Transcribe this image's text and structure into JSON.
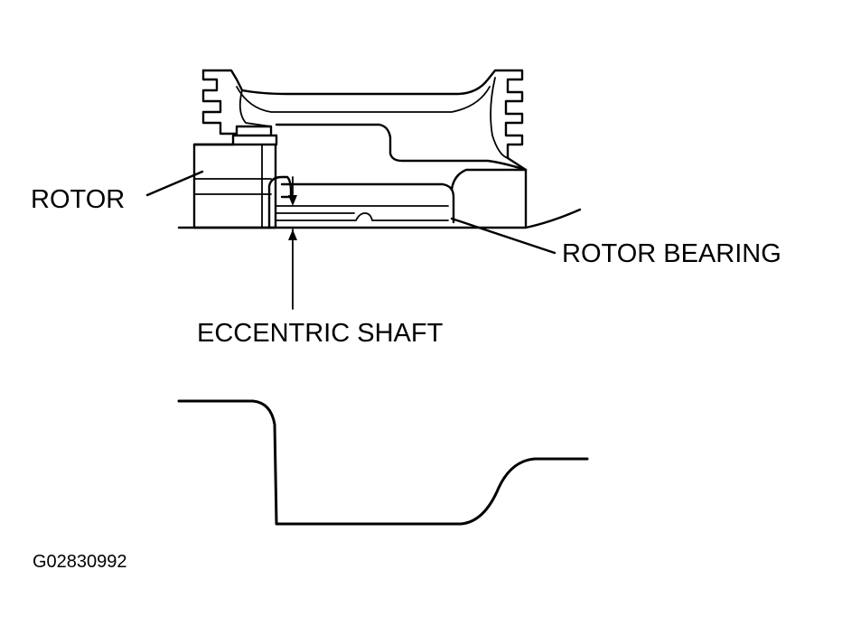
{
  "diagram": {
    "labels": {
      "rotor": "ROTOR",
      "rotor_bearing": "ROTOR BEARING",
      "eccentric_shaft": "ECCENTRIC SHAFT"
    },
    "figure_code": "G02830992"
  },
  "colors": {
    "line": "#000000",
    "background": "#ffffff"
  }
}
